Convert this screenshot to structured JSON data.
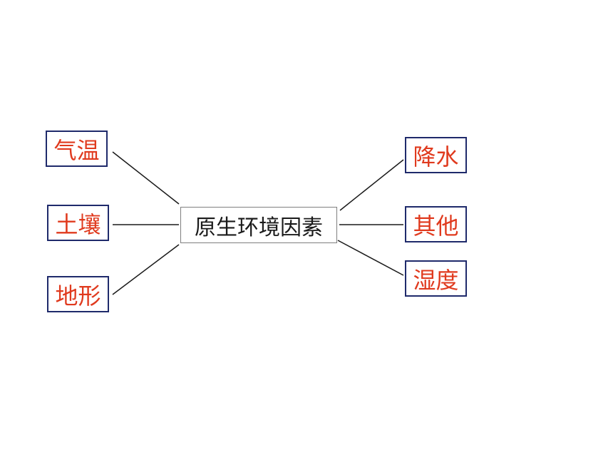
{
  "diagram": {
    "center": {
      "label": "原生环境因素"
    },
    "left_nodes": [
      {
        "label": "气温"
      },
      {
        "label": "土壤"
      },
      {
        "label": "地形"
      }
    ],
    "right_nodes": [
      {
        "label": "降水"
      },
      {
        "label": "其他"
      },
      {
        "label": "湿度"
      }
    ]
  },
  "colors": {
    "leaf_text": "#e03a1e",
    "leaf_border": "#1f2a6b",
    "center_text": "#1a1a1a",
    "center_border": "#7f7f7f",
    "connector": "#1a1a1a"
  }
}
